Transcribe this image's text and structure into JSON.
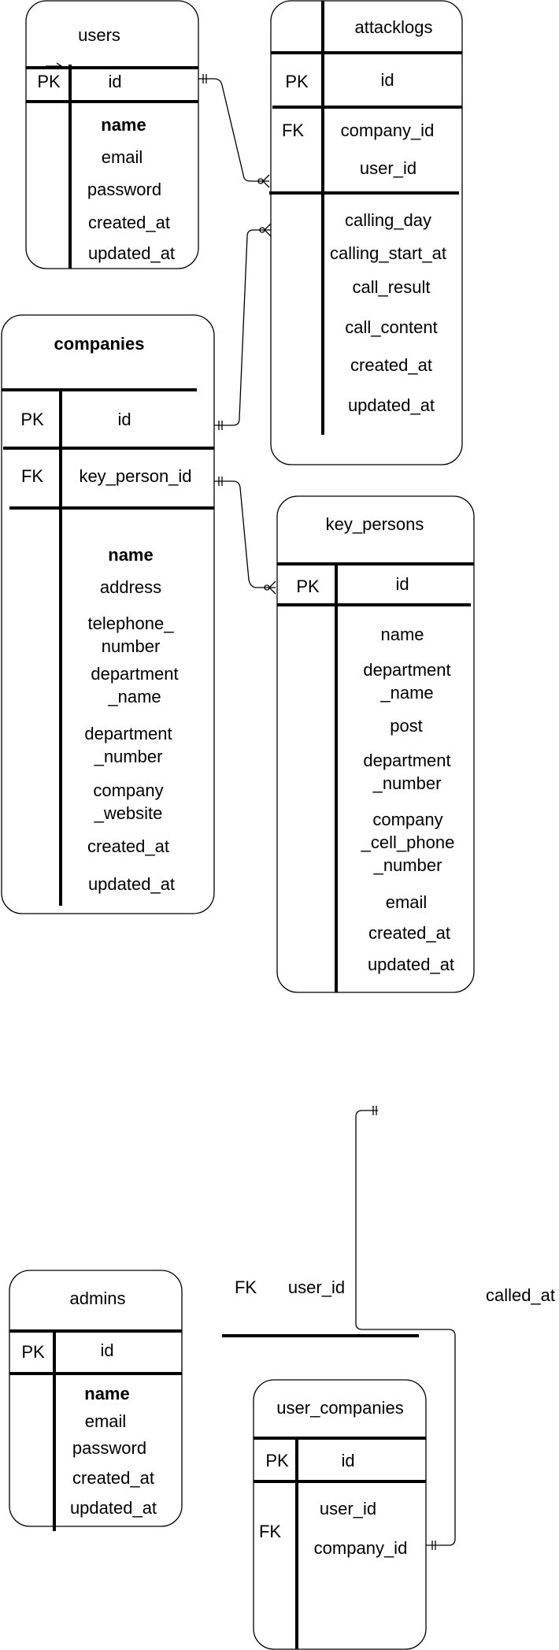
{
  "tables": {
    "users": {
      "title": "users",
      "pk": {
        "key": "PK",
        "field": "id"
      },
      "fields": [
        "name",
        "email",
        "password",
        "created_at",
        "updated_at"
      ]
    },
    "attacklogs": {
      "title": "attacklogs",
      "pk": {
        "key": "PK",
        "field": "id"
      },
      "fk": {
        "key": "FK",
        "fields": [
          "company_id",
          "user_id"
        ]
      },
      "fields": [
        "calling_day",
        "calling_start_at",
        "call_result",
        "call_content",
        "created_at",
        "updated_at"
      ]
    },
    "companies": {
      "title": "companies",
      "pk": {
        "key": "PK",
        "field": "id"
      },
      "fk": {
        "key": "FK",
        "field": "key_person_id"
      },
      "fields": [
        "name",
        "address",
        "telephone_\nnumber",
        "department\n_name",
        "department\n_number",
        "company\n_website",
        "created_at",
        "updated_at"
      ]
    },
    "key_persons": {
      "title": "key_persons",
      "pk": {
        "key": "PK",
        "field": "id"
      },
      "fields": [
        "name",
        "department\n_name",
        "post",
        "department\n_number",
        "company\n_cell_phone\n_number",
        "email",
        "created_at",
        "updated_at"
      ]
    },
    "admins": {
      "title": "admins",
      "pk": {
        "key": "PK",
        "field": "id"
      },
      "fields": [
        "name",
        "email",
        "password",
        "created_at",
        "updated_at"
      ]
    },
    "user_companies": {
      "title": "user_companies",
      "pk": {
        "key": "PK",
        "field": "id"
      },
      "fk": {
        "key": "FK"
      },
      "fields": [
        "user_id",
        "company_id"
      ]
    }
  },
  "floating": {
    "fk_key": "FK",
    "fk_field": "user_id",
    "called_at": "called_at"
  }
}
